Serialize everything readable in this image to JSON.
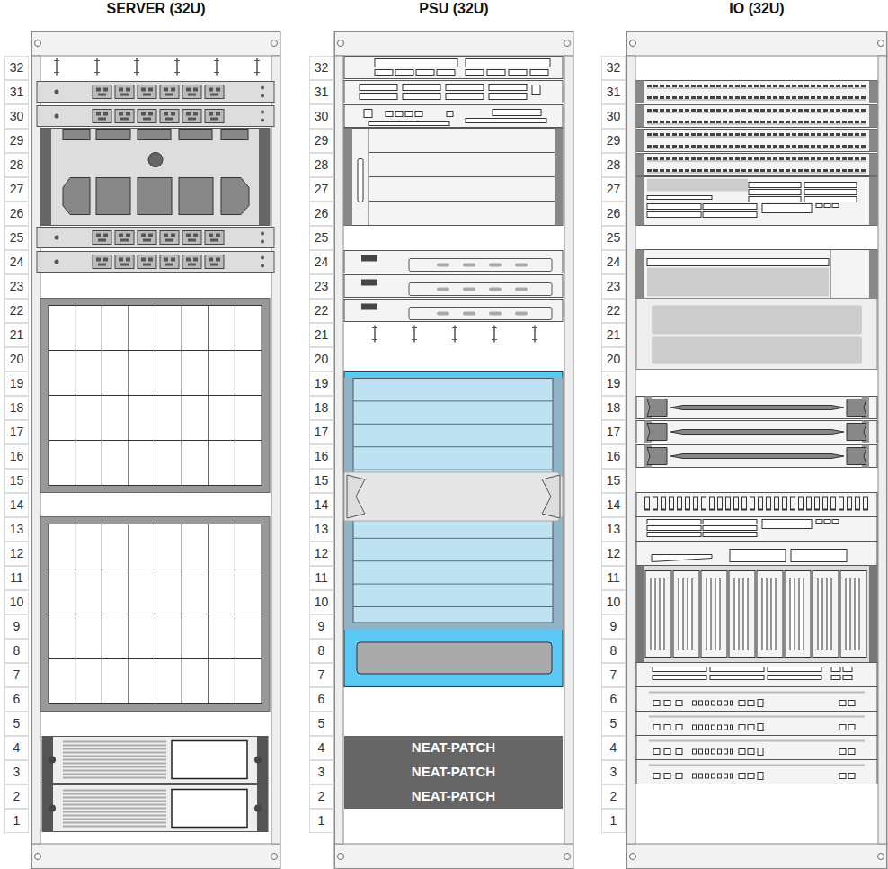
{
  "diagram": {
    "nodes": [
      {
        "text": [
          "SERVER (32U)"
        ]
      },
      {
        "text": [
          "PSU (32U)"
        ]
      },
      {
        "text": [
          "IO (32U)"
        ]
      },
      {
        "text": [
          "NEAT-PATCH"
        ],
        "in": 1
      },
      {
        "text": [
          "NEAT-PATCH"
        ],
        "in": 1
      },
      {
        "text": [
          "NEAT-PATCH"
        ],
        "in": 1
      }
    ],
    "labels": [
      "32",
      "31",
      "30",
      "29",
      "28",
      "27",
      "26",
      "25",
      "24",
      "23",
      "22",
      "21",
      "20",
      "19",
      "18",
      "17",
      "16",
      "15",
      "14",
      "13",
      "12",
      "11",
      "10",
      "9",
      "8",
      "7",
      "6",
      "5",
      "4",
      "3",
      "2",
      "1",
      "32",
      "31",
      "30",
      "29",
      "28",
      "27",
      "26",
      "25",
      "24",
      "23",
      "22",
      "21",
      "20",
      "19",
      "18",
      "17",
      "16",
      "15",
      "14",
      "13",
      "12",
      "11",
      "10",
      "9",
      "8",
      "7",
      "6",
      "5",
      "4",
      "3",
      "2",
      "1",
      "32",
      "31",
      "30",
      "29",
      "28",
      "27",
      "26",
      "25",
      "24",
      "23",
      "22",
      "21",
      "20",
      "19",
      "18",
      "17",
      "16",
      "15",
      "14",
      "13",
      "12",
      "11",
      "10",
      "9",
      "8",
      "7",
      "6",
      "5",
      "4",
      "3",
      "2",
      "1"
    ]
  }
}
